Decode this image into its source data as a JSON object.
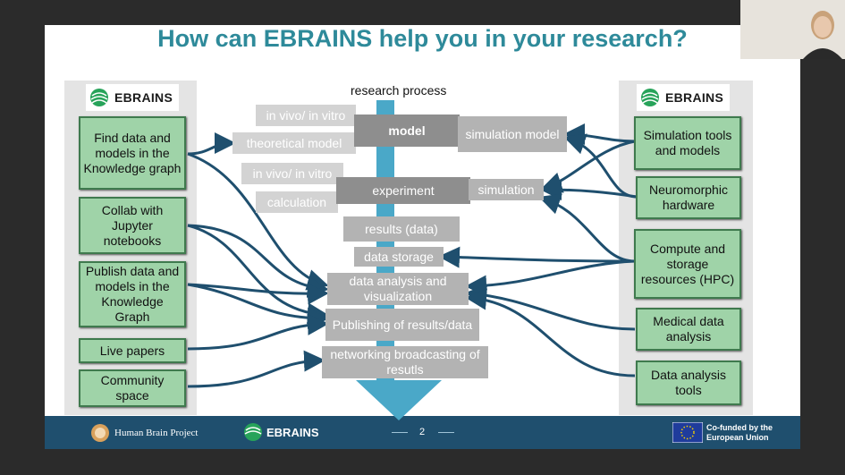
{
  "title": "How can EBRAINS help you in your research?",
  "center_label": "research process",
  "logo_text": "EBRAINS",
  "left_boxes": [
    "Find data and models in the Knowledge graph",
    "Collab with Jupyter notebooks",
    "Publish data and models in the Knowledge Graph",
    "Live papers",
    "Community space"
  ],
  "right_boxes": [
    "Simulation tools and models",
    "Neuromorphic hardware",
    "Compute and storage resources (HPC)",
    "Medical data analysis",
    "Data analysis tools"
  ],
  "process": {
    "in_vivo_1": "in vivo/ in vitro",
    "theoretical_model": "theoretical model",
    "model": "model",
    "simulation_model": "simulation model",
    "in_vivo_2": "in vivo/ in vitro",
    "calculation": "calculation",
    "experiment": "experiment",
    "simulation": "simulation",
    "results": "results (data)",
    "data_storage": "data storage",
    "data_analysis": "data analysis and visualization",
    "publishing": "Publishing of results/data",
    "networking": "networking broadcasting of resutls"
  },
  "footer": {
    "hbp": "Human Brain Project",
    "ebrains": "EBRAINS",
    "page_number": "2",
    "cofunded": "Co-funded by the European Union"
  },
  "colors": {
    "title": "#2e8a9a",
    "green_box": "#9fd3a8",
    "green_border": "#3f7a4e",
    "arrow": "#1f4f6e",
    "spine": "#4aa8c8",
    "footer_band": "#1f4f6e"
  },
  "icons": [
    "ebrains-logo-icon",
    "hbp-logo-icon",
    "eu-flag-icon"
  ]
}
